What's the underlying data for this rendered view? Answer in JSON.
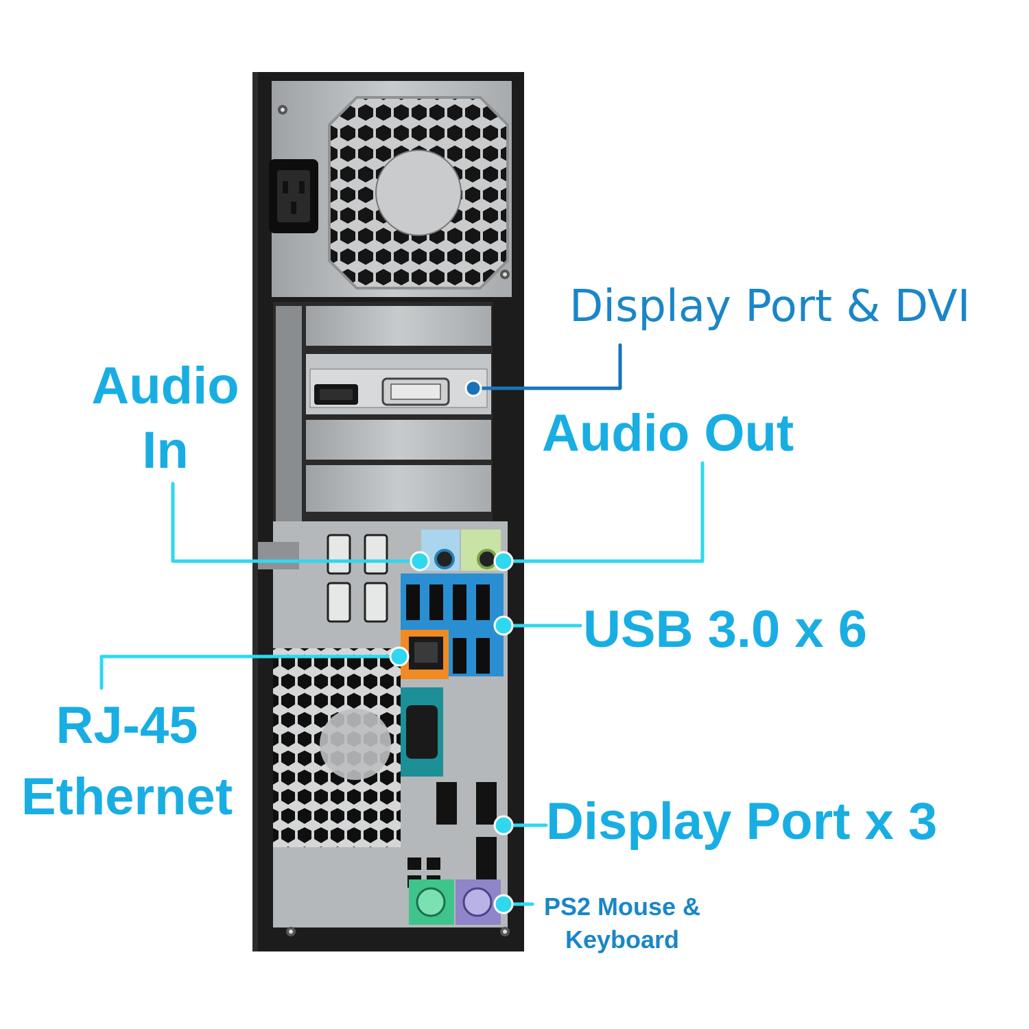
{
  "callouts": {
    "display_port_dvi": "Display Port & DVI",
    "audio_in_line1": "Audio",
    "audio_in_line2": "In",
    "audio_out": "Audio Out",
    "usb": "USB 3.0 x 6",
    "rj45_line1": "RJ-45",
    "rj45_line2": "Ethernet",
    "display_port_x3": "Display Port x 3",
    "ps2_line1": "PS2 Mouse &",
    "ps2_line2": "Keyboard"
  },
  "colors": {
    "callout_text": "#18aee3",
    "callout_line_cyan": "#2fd8ee",
    "callout_line_dark": "#1a73b8",
    "chassis_black": "#1c1c1c",
    "panel_silver": "#b9bcbe",
    "usb_blue": "#2a8fd2",
    "ethernet_orange": "#f08a22",
    "serial_teal": "#1d8f96",
    "audio_in_blue": "#a9d6ee",
    "audio_out_green": "#c9e2a5",
    "ps2_green": "#3fc48c",
    "ps2_purple": "#8f85c9"
  },
  "icons": [
    "power-inlet-icon",
    "psu-fan-icon",
    "serial-port-icon",
    "ethernet-port-icon",
    "usb-port-icon",
    "displayport-icon",
    "dvi-port-icon",
    "audio-jack-icon",
    "ps2-port-icon"
  ]
}
